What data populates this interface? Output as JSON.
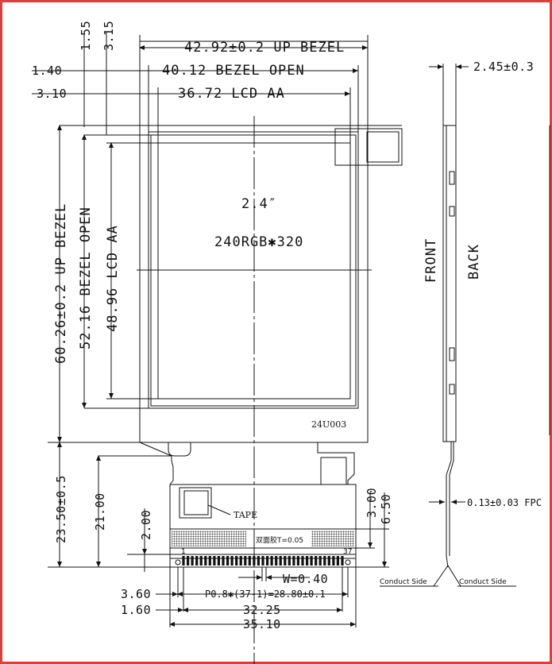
{
  "front_view": {
    "top_dims": {
      "up_bezel_width": "42.92±0.2 UP BEZEL",
      "bezel_open_width": "40.12 BEZEL OPEN",
      "lcd_aa_width": "36.72 LCD AA",
      "left_offset_1": "1.40",
      "left_offset_2": "3.10",
      "vert_offset_1": "1.55",
      "vert_offset_2": "3.15"
    },
    "side_dims": {
      "up_bezel_height": "60.26±0.2 UP BEZEL",
      "bezel_open_height": "52.16 BEZEL OPEN",
      "lcd_aa_height": "48.96 LCD AA"
    },
    "center_text": {
      "size": "2.4″",
      "resolution": "240RGB✱320"
    },
    "part_code": "24U003",
    "tape_label": "TAPE",
    "adhesive_label": "双面胶T=0.05",
    "pin_first": "1",
    "pin_last": "37",
    "fpc_dims": {
      "total_height": "23.50±0.5",
      "inner_height": "21.00",
      "step_small": "2.00",
      "right_3": "3.00",
      "right_6": "6.50",
      "pin_width": "W=0.40",
      "pitch": "P0.8✱(37-1)=28.80±0.1",
      "offset_360": "3.60",
      "offset_160": "1.60",
      "width_3225": "32.25",
      "width_3510": "35.10"
    }
  },
  "side_view": {
    "thickness": "2.45±0.3",
    "front_label": "FRONT",
    "back_label": "BACK",
    "fpc_thickness": "0.13±0.03 FPC",
    "conduct_left": "Conduct Side",
    "conduct_right": "Conduct Side"
  }
}
